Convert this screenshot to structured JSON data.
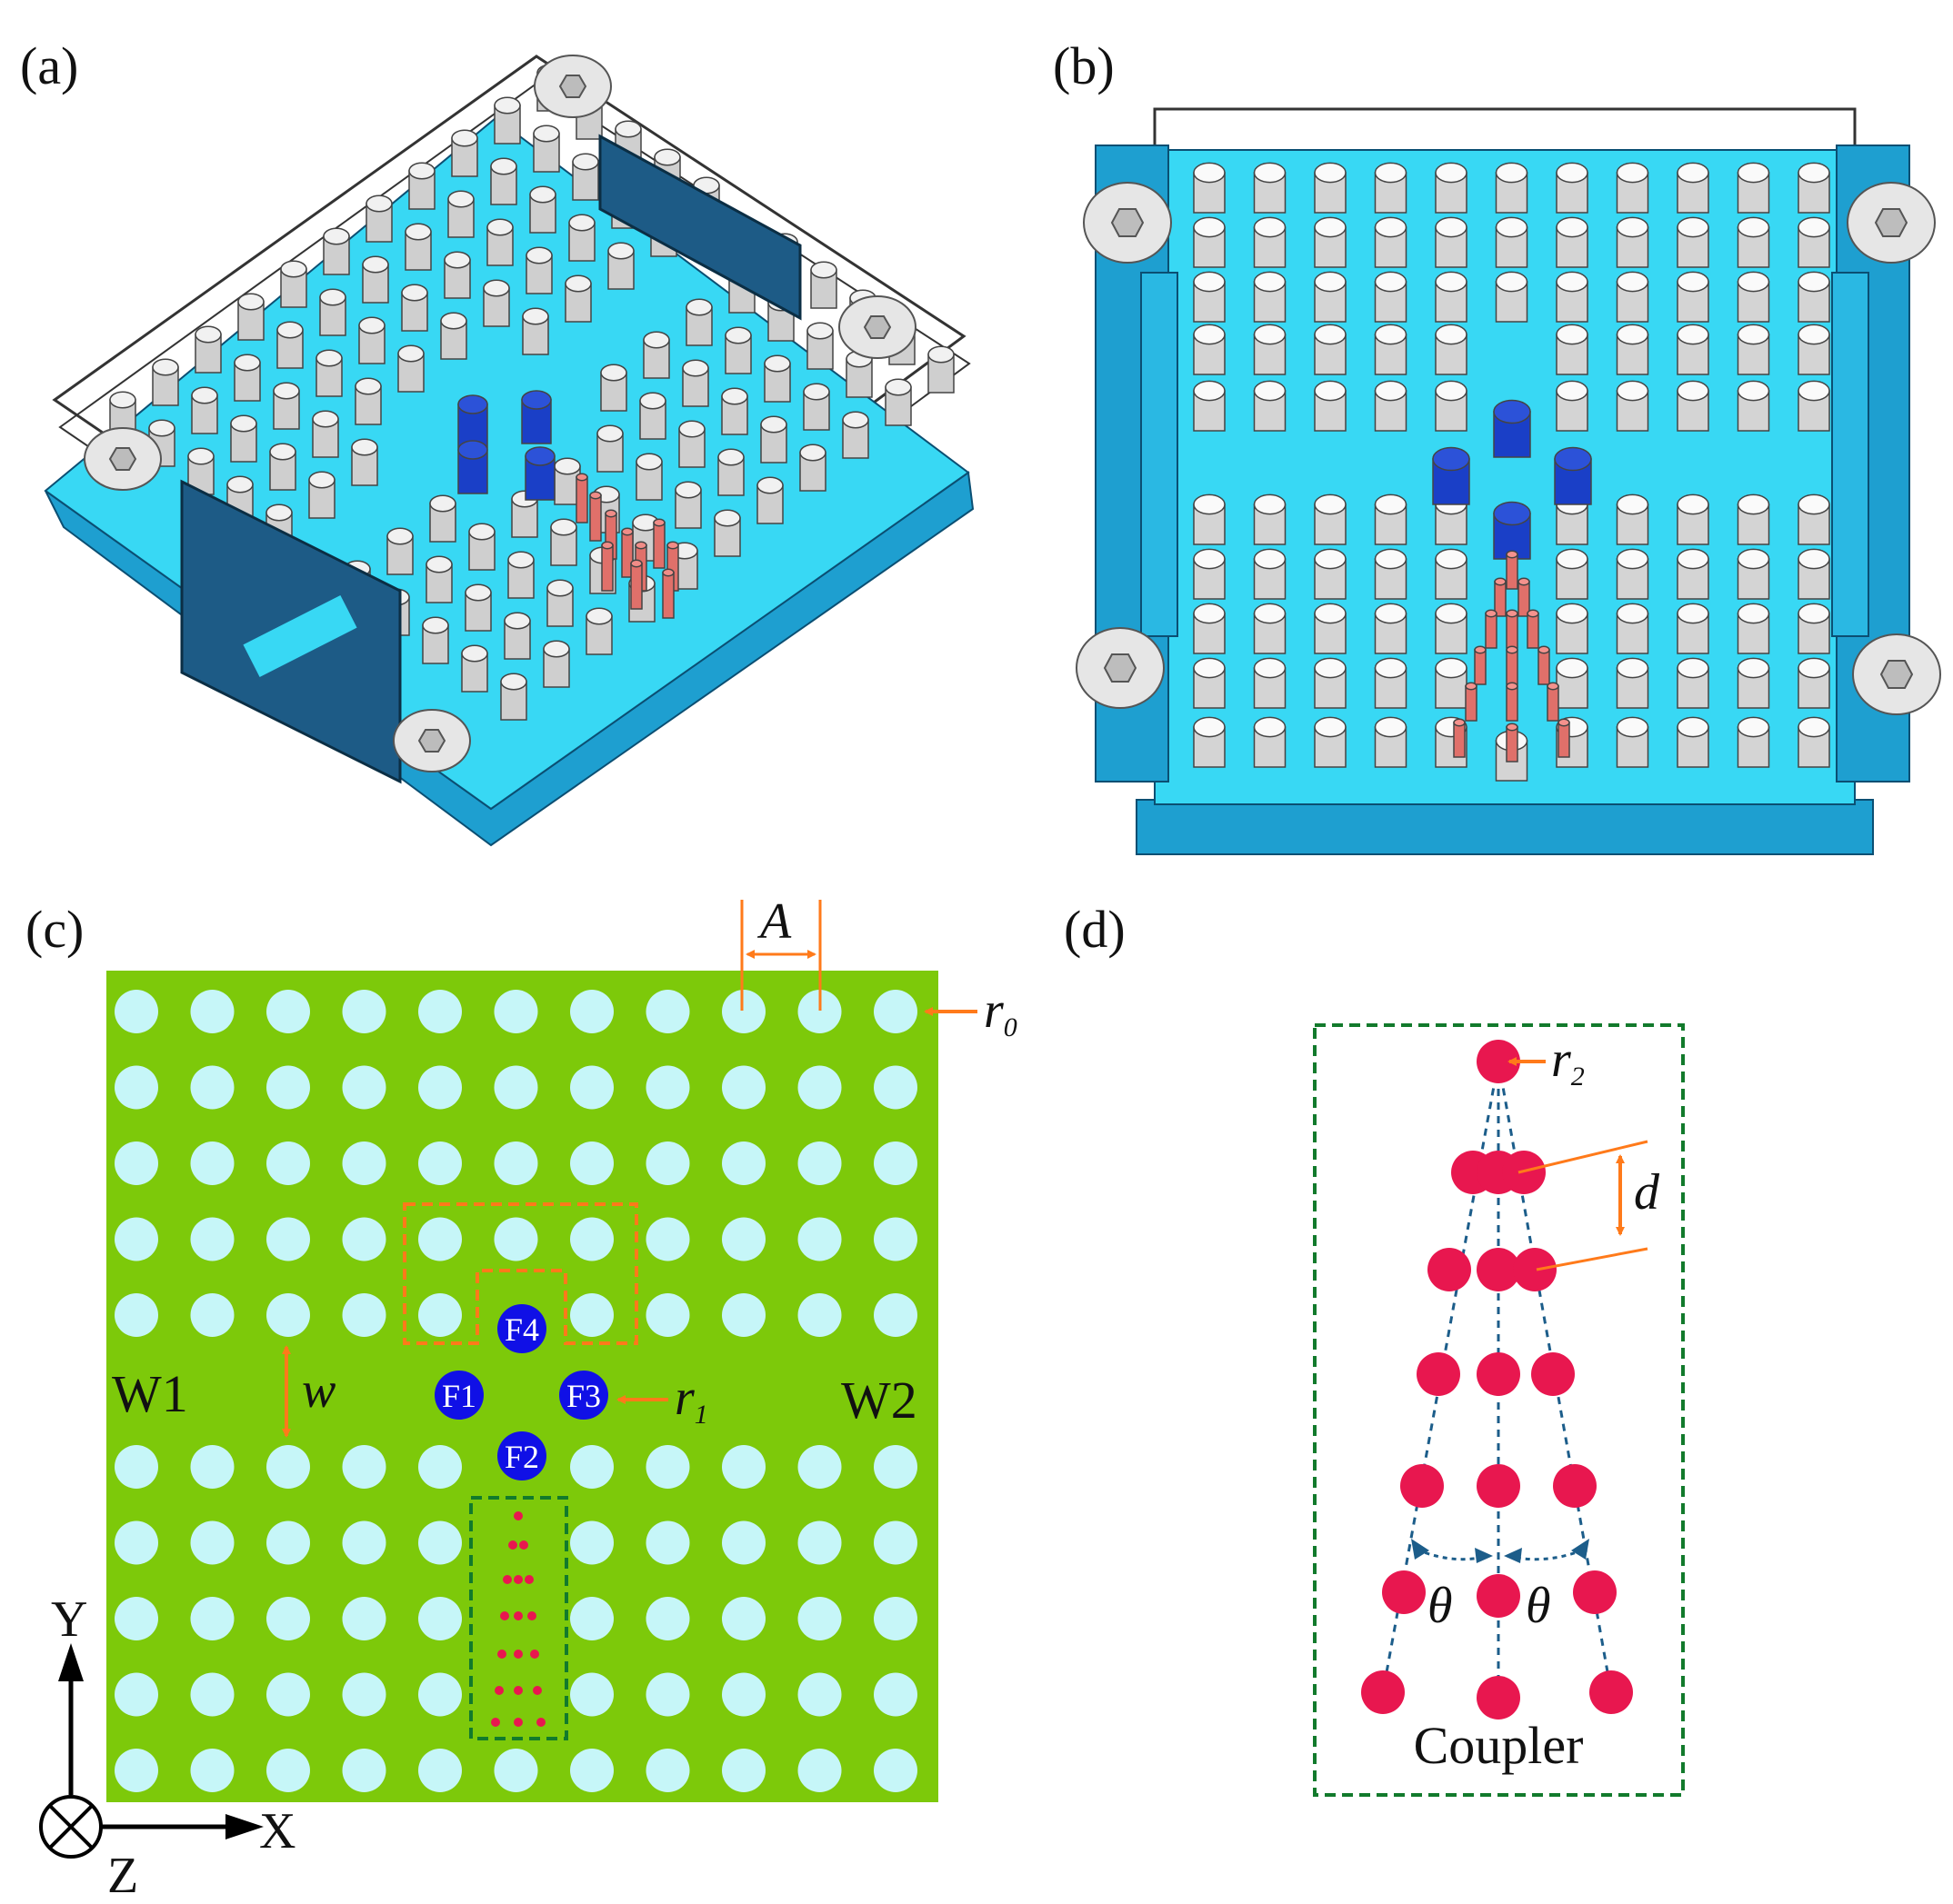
{
  "panels": {
    "a": "(a)",
    "b": "(b)",
    "c": "(c)",
    "d": "(d)"
  },
  "panel_c": {
    "waveguide_left": "W1",
    "waveguide_right": "W2",
    "lattice_const": "A",
    "rod_radius": "r",
    "rod_radius_sub": "0",
    "defect_radius": "r",
    "defect_radius_sub": "1",
    "width_label": "w",
    "defects": [
      "F1",
      "F2",
      "F3",
      "F4"
    ],
    "axis_y": "Y",
    "axis_x": "X",
    "axis_z": "Z",
    "colors": {
      "background": "#7dc90a",
      "rod": "#c6f6f8",
      "defect": "#1010e6",
      "coupler_rod": "#e8174f",
      "annotation": "#ff7a1a",
      "coupler_box": "#127a2c",
      "resonator_box": "#ff7a1a"
    }
  },
  "panel_d": {
    "coupler_label": "Coupler",
    "radius": "r",
    "radius_sub": "2",
    "spacing": "d",
    "angle_left": "θ",
    "angle_right": "θ"
  },
  "panel_3d": {
    "colors": {
      "plate": "#38d8f4",
      "plate_dark": "#1e9fd0",
      "pin": "#f1f1f1",
      "pin_shadow": "#9a9a9a",
      "blue_pin": "#1a3fc7",
      "red_pin": "#e0706a",
      "bracket": "#1d5b86",
      "screw": "#e6e6e6"
    }
  }
}
